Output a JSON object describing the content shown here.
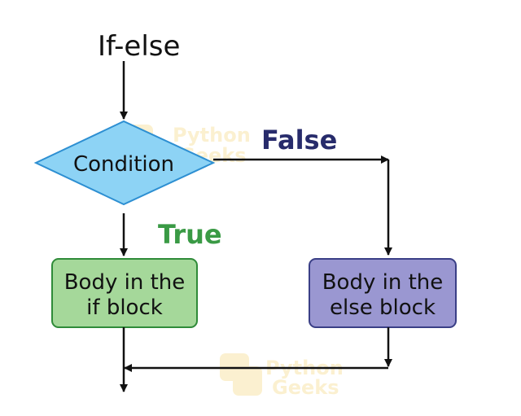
{
  "diagram": {
    "title": "If-else",
    "condition_label": "Condition",
    "false_label": "False",
    "true_label": "True",
    "if_block": {
      "line1": "Body in the",
      "line2": "if block"
    },
    "else_block": {
      "line1": "Body in the",
      "line2": "else block"
    }
  },
  "watermark": {
    "word1": "Python",
    "word2": "Geeks"
  },
  "colors": {
    "condition_fill": "#8dd3f5",
    "condition_stroke": "#2d8fd2",
    "if_fill": "#a5d89a",
    "if_stroke": "#2f8b39",
    "else_fill": "#9a97d1",
    "else_stroke": "#3a3f86",
    "false_text": "#272b6b",
    "true_text": "#3a9a45",
    "arrow": "#111111",
    "watermark": "#f4d77a"
  }
}
